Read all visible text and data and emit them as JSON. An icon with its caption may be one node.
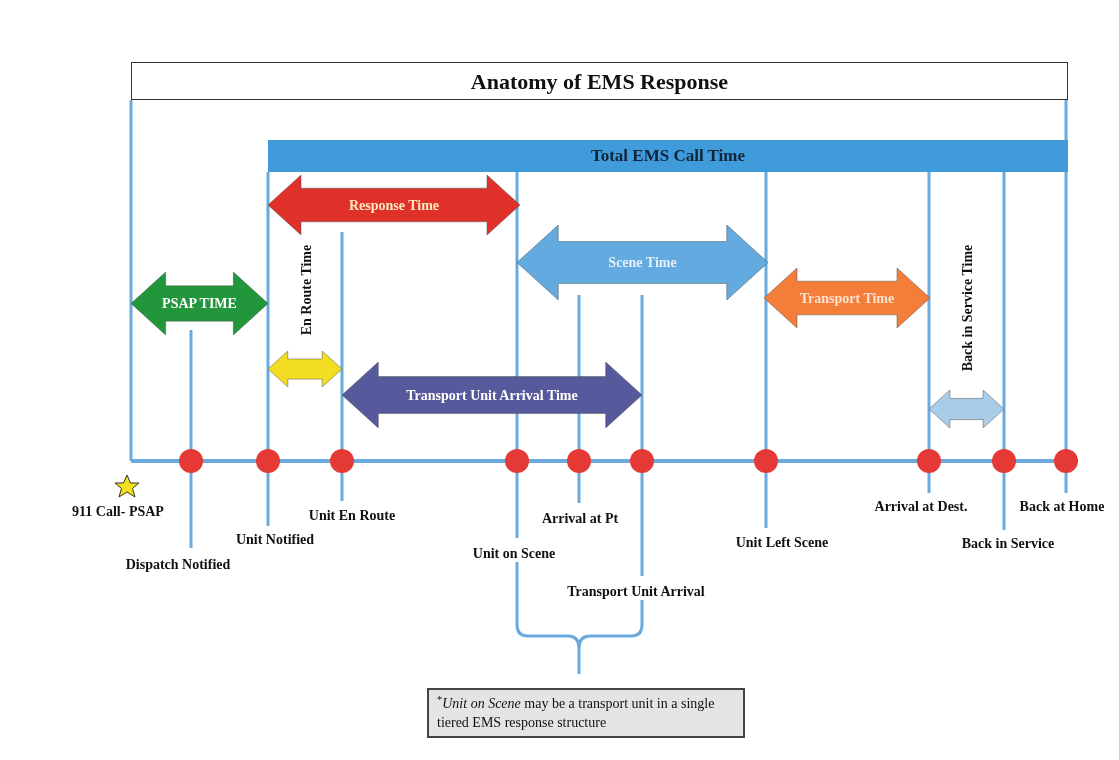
{
  "diagram": {
    "title": "Anatomy of EMS Response",
    "nodes": [
      {
        "text": [
          "Total EMS Call Time"
        ]
      },
      {
        "text": [
          "Response Time"
        ]
      },
      {
        "text": [
          "Scene Time"
        ]
      },
      {
        "text": [
          "Transport Time"
        ]
      },
      {
        "text": [
          "PSAP TIME"
        ]
      },
      {
        "text": [
          "En Route Time"
        ]
      },
      {
        "text": [
          "Back in Service Time"
        ]
      },
      {
        "text": [
          "Transport Unit Arrival Time"
        ]
      },
      {
        "text": [
          "$^{*}$*Unit on Scene* may be a transport unit in a single tiered EMS response structure"
        ]
      }
    ],
    "labels": [
      "911 Call- PSAP",
      "Dispatch Notified",
      "Unit Notified",
      "Unit En Route",
      "Unit on Scene",
      "Arrival at Pt",
      "Transport Unit Arrival",
      "Unit Left Scene",
      "Arrival at Dest.",
      "Back in Service",
      "Back at Home"
    ]
  }
}
